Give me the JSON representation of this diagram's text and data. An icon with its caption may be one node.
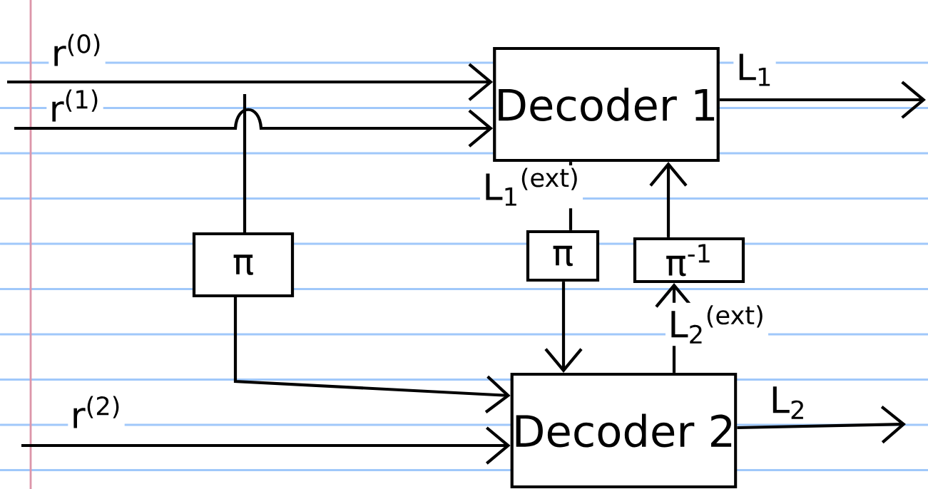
{
  "diagram": {
    "nodes": [
      {
        "text": [
          "Decoder 1"
        ]
      },
      {
        "text": [
          "Decoder 2"
        ]
      },
      {
        "text": [
          "π"
        ]
      },
      {
        "text": [
          "π"
        ]
      },
      {
        "text": [
          "π$^{-1}$"
        ]
      }
    ],
    "edges": [
      {
        "from": null,
        "to": 0,
        "arrow": "to",
        "label": "r$^{(0)}$"
      },
      {
        "from": null,
        "to": 0,
        "arrow": "to",
        "label": "r$^{(1)}$"
      },
      {
        "from": null,
        "to": 2,
        "arrow": "none"
      },
      {
        "from": 2,
        "to": 1,
        "arrow": "to"
      },
      {
        "from": 0,
        "to": null,
        "arrow": "to",
        "label": "L$_{1}$"
      },
      {
        "from": 0,
        "to": 3,
        "arrow": "none",
        "label": "L$_{1}$$^{(ext)}$"
      },
      {
        "from": 3,
        "to": 1,
        "arrow": "to"
      },
      {
        "from": 1,
        "to": 4,
        "arrow": "to",
        "label": "L$_{2}$$^{(ext)}$"
      },
      {
        "from": 4,
        "to": 0,
        "arrow": "to"
      },
      {
        "from": null,
        "to": 1,
        "arrow": "to",
        "label": "r$^{(2)}$"
      },
      {
        "from": 1,
        "to": null,
        "arrow": "to",
        "label": "L$_{2}$"
      }
    ]
  }
}
